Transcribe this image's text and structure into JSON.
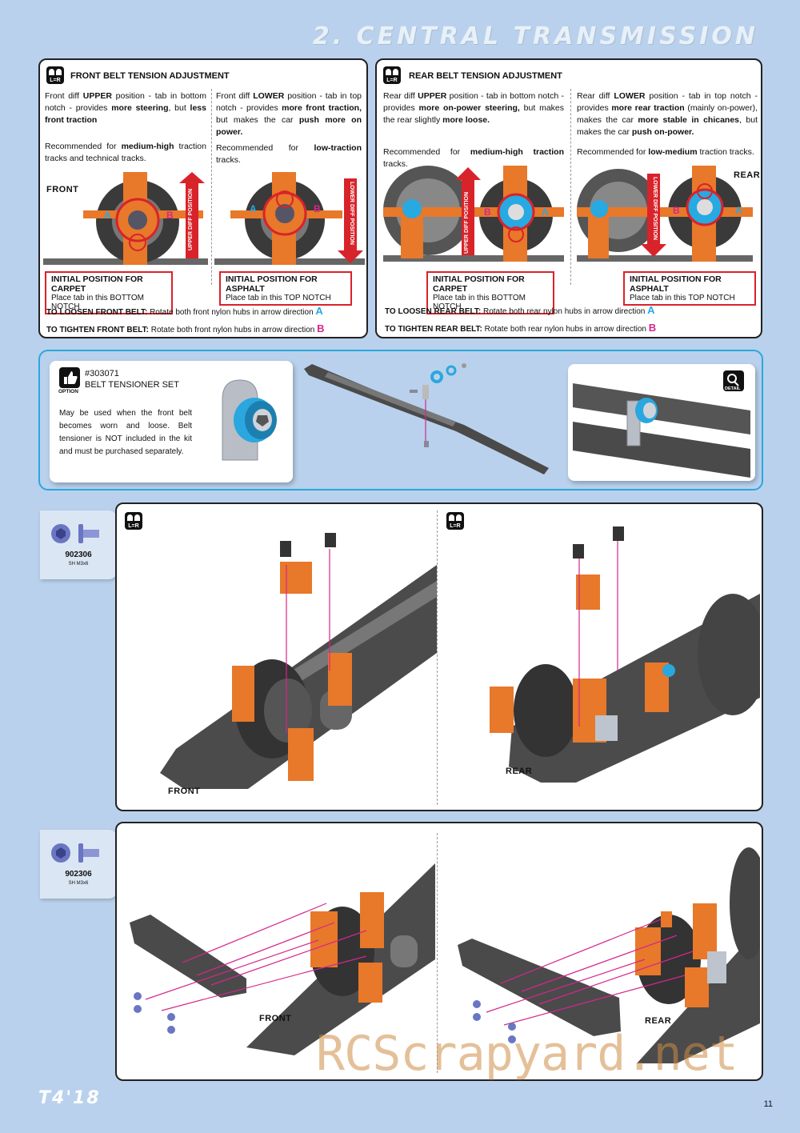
{
  "page": {
    "title": "2. CENTRAL TRANSMISSION",
    "model": "T4'18",
    "page_number": "11",
    "watermark": "RCScrapyard.net"
  },
  "front": {
    "heading": "FRONT BELT TENSION ADJUSTMENT",
    "icon_label": "L=R",
    "upper_text": "Front diff UPPER position - tab in bottom notch - provides more steering, but less front traction",
    "upper_rec": "Recommended for medium-high traction tracks and technical tracks.",
    "lower_text": "Front diff LOWER position - tab in top notch - provides more front traction, but makes the car push more on power.",
    "lower_rec": "Recommended for low-traction tracks.",
    "side_label": "FRONT",
    "upper_arrow": "UPPER DIFF POSITION",
    "lower_arrow": "LOWER DIFF POSITION",
    "box1_title": "INITIAL POSITION FOR CARPET",
    "box1_text": "Place tab in this BOTTOM NOTCH",
    "box2_title": "INITIAL POSITION FOR ASPHALT",
    "box2_text": "Place tab in this TOP NOTCH",
    "loosen_label": "TO LOOSEN FRONT BELT:",
    "loosen_text": "Rotate both front nylon hubs in arrow direction",
    "loosen_letter": "A",
    "tighten_label": "TO TIGHTEN FRONT BELT:",
    "tighten_text": "Rotate both front nylon hubs in arrow direction",
    "tighten_letter": "B"
  },
  "rear": {
    "heading": "REAR BELT TENSION ADJUSTMENT",
    "icon_label": "L=R",
    "upper_text": "Rear diff UPPER position - tab in bottom notch - provides more on-power steering, but makes the rear slightly more loose.",
    "upper_rec": "Recommended for medium-high traction tracks.",
    "lower_text": "Rear diff LOWER position - tab in top notch - provides more rear traction (mainly on-power), makes the car more stable in chicanes, but makes the car push on-power.",
    "lower_rec": "Recommended for low-medium traction tracks.",
    "side_label": "REAR",
    "upper_arrow": "UPPER DIFF POSITION",
    "lower_arrow": "LOWER DIFF POSITION",
    "box1_title": "INITIAL POSITION FOR CARPET",
    "box1_text": "Place tab in this BOTTOM NOTCH",
    "box2_title": "INITIAL POSITION FOR ASPHALT",
    "box2_text": "Place tab in this TOP NOTCH",
    "loosen_label": "TO LOOSEN REAR BELT:",
    "loosen_text": "Rotate both rear nylon hubs in arrow direction",
    "loosen_letter": "A",
    "tighten_label": "TO TIGHTEN REAR BELT:",
    "tighten_text": "Rotate both rear nylon hubs in arrow direction",
    "tighten_letter": "B"
  },
  "option": {
    "badge": "OPTION",
    "part_no": "#303071",
    "part_name": "BELT TENSIONER SET",
    "text": "May be used when the front belt becomes worn and loose. Belt tensioner is NOT included in the kit and must be purchased separately.",
    "detail_badge": "DETAIL"
  },
  "step1": {
    "part_no": "902306",
    "part_desc": "SH M3x6",
    "icon_label": "L=R",
    "left_label": "FRONT",
    "right_label": "REAR"
  },
  "step2": {
    "part_no": "902306",
    "part_desc": "SH M3x6",
    "left_label": "FRONT",
    "right_label": "REAR"
  },
  "colors": {
    "accent_red": "#d8232a",
    "letter_a": "#27a9e1",
    "letter_b": "#d6268c",
    "part_orange": "#e8782a",
    "frame_blue": "#2aa7df"
  }
}
